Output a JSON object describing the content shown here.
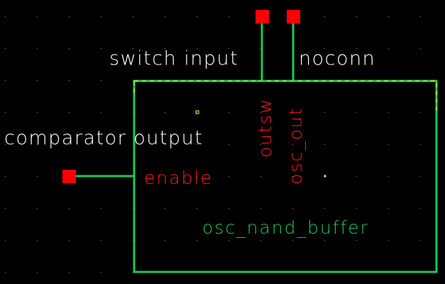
{
  "schematic": {
    "background_color": "#000000",
    "wire_color": "#18c85a",
    "pin_color": "#ff0000",
    "selection_color": "#ffff00",
    "grid_color": "#8a8a9a",
    "symbol": {
      "cell_name": "osc_nand_buffer",
      "pins": [
        {
          "name": "enable",
          "direction": "left",
          "net_label": "comparator output"
        },
        {
          "name": "outsw",
          "direction": "top",
          "net_label": "switch input"
        },
        {
          "name": "osc_out",
          "direction": "top",
          "net_label": "noconn"
        }
      ]
    },
    "net_labels": {
      "comparator_output": "comparator output",
      "switch_input": "switch input",
      "noconn": "noconn"
    },
    "pin_labels": {
      "enable": "enable",
      "outsw": "outsw",
      "osc_out": "osc_out"
    },
    "markers": {
      "origin_marker": "yellow-square-marker",
      "cursor": "crosshair-cursor"
    }
  }
}
